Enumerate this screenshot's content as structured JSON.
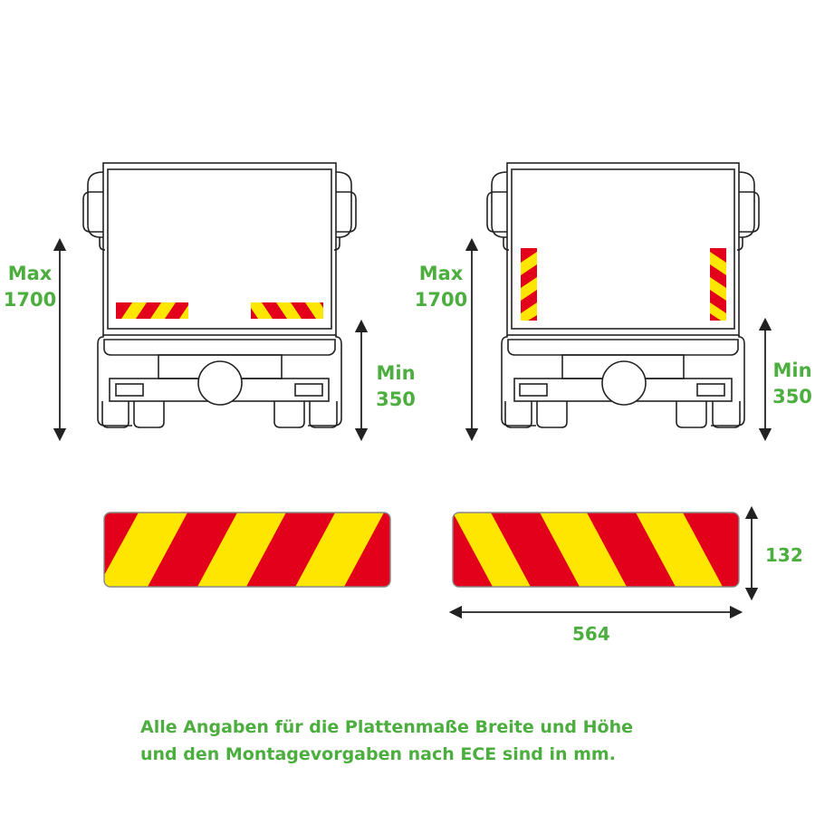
{
  "diagram": {
    "truck_left": {
      "max_label": "Max",
      "max_value": "1700",
      "min_label": "Min",
      "min_value": "350",
      "plate_orientation": "horizontal"
    },
    "truck_right": {
      "max_label": "Max",
      "max_value": "1700",
      "min_label": "Min",
      "min_value": "350",
      "plate_orientation": "vertical"
    },
    "plates": {
      "height_value": "132",
      "width_value": "564"
    },
    "caption": {
      "line1": "Alle Angaben für die Plattenmaße Breite und Höhe",
      "line2": "und den Montagevorgaben nach ECE sind in mm."
    },
    "colors": {
      "red": "#e2001a",
      "yellow": "#ffe600",
      "label_green": "#4cae3e",
      "line": "#222222"
    }
  }
}
